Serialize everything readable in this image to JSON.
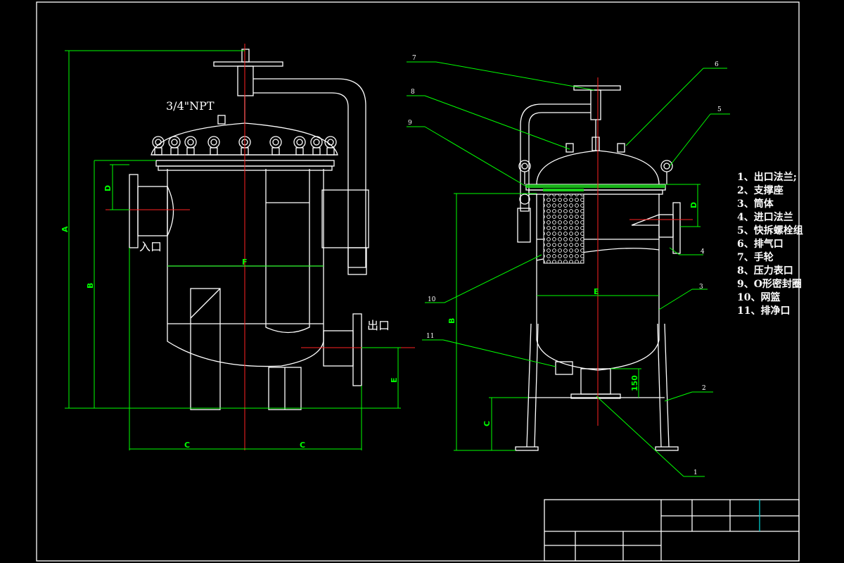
{
  "left_view": {
    "thread_label": "3/4\"NPT",
    "inlet_label": "入口",
    "outlet_label": "出口",
    "dim_A": "A",
    "dim_B": "B",
    "dim_C1": "C",
    "dim_C2": "C",
    "dim_D": "D",
    "dim_E": "E",
    "dim_F": "F"
  },
  "right_view": {
    "dim_B": "B",
    "dim_C": "C",
    "dim_D": "D",
    "dim_E": "E",
    "dim_150": "150",
    "callouts": [
      "1",
      "2",
      "3",
      "4",
      "5",
      "6",
      "7",
      "8",
      "9",
      "10",
      "11"
    ]
  },
  "legend": {
    "items": [
      "1、出口法兰;",
      "2、支撑座",
      "3、筒体",
      "4、进口法兰",
      "5、快拆螺栓组",
      "6、排气口",
      "7、手轮",
      "8、压力表口",
      "9、O形密封圈",
      "10、网篮",
      "11、排净口"
    ]
  },
  "colors": {
    "background": "#000000",
    "outline": "#ffffff",
    "dimension": "#00ff00",
    "centerline": "#ff2222"
  }
}
